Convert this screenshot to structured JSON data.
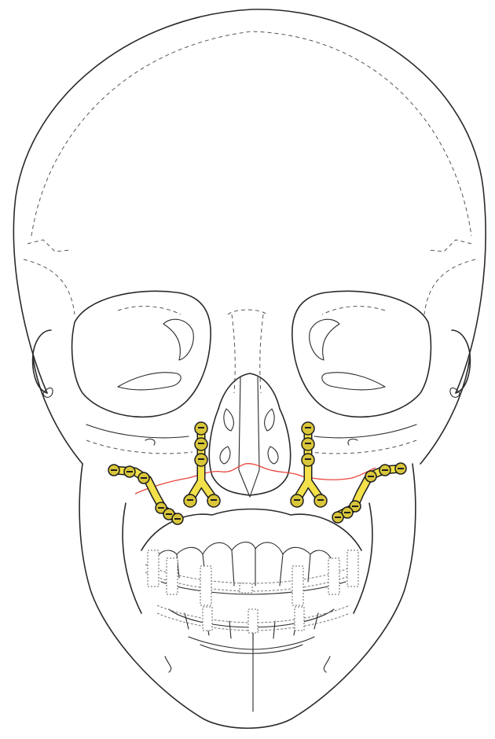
{
  "figure": {
    "subject": "skull-frontal-view",
    "colors": {
      "outline": "#2a2a2a",
      "plate": "#f2e14a",
      "fracture_line": "#e8453c",
      "arch_bar": "#777777",
      "background": "#ffffff"
    },
    "icons": [
      "skull-outline",
      "titanium-plate",
      "fracture-line",
      "arch-bar"
    ]
  }
}
